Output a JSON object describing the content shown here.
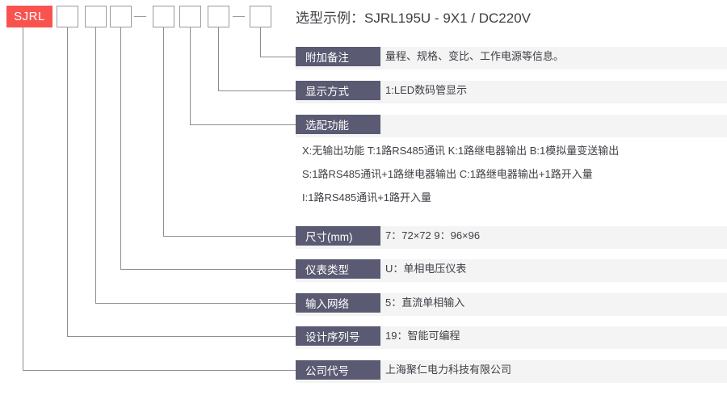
{
  "header": {
    "brand_code": "SJRL",
    "brand_color": "#f9534f",
    "empty_box_count": 7,
    "separator": "—",
    "title": "选型示例：SJRL195U - 9X1 / DC220V"
  },
  "theme": {
    "chip_color": "#5a5a73",
    "stripe_color": "#f4f4f5",
    "line_color": "#8c8c96",
    "text_color": "#3f3f46"
  },
  "rows": [
    {
      "label": "附加备注",
      "desc": "量程、规格、变比、工作电源等信息。"
    },
    {
      "label": "显示方式",
      "desc": "1:LED数码管显示"
    },
    {
      "label": "选配功能",
      "desc": ""
    },
    {
      "label": "尺寸(mm)",
      "desc": "7：72×72    9：96×96"
    },
    {
      "label": "仪表类型",
      "desc": "U：单相电压仪表"
    },
    {
      "label": "输入网络",
      "desc": "5：直流单相输入"
    },
    {
      "label": "设计序列号",
      "desc": "19：智能可编程"
    },
    {
      "label": "公司代号",
      "desc": "上海聚仁电力科技有限公司"
    }
  ],
  "option_lines": [
    "X:无输出功能    T:1路RS485通讯    K:1路继电器输出    B:1模拟量变送输出",
    "S:1路RS485通讯+1路继电器输出    C:1路继电器输出+1路开入量",
    "I:1路RS485通讯+1路开入量"
  ]
}
